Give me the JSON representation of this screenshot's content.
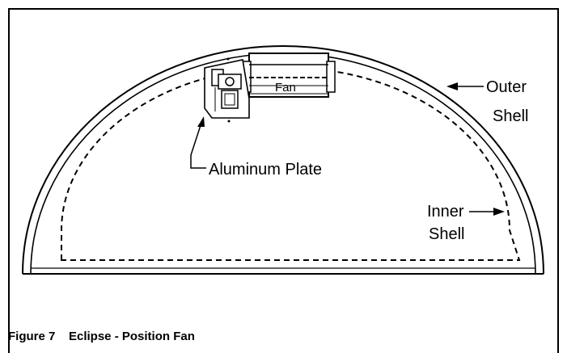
{
  "diagram": {
    "labels": {
      "fan": "Fan",
      "outer_shell_line1": "Outer",
      "outer_shell_line2": "Shell",
      "inner_shell_line1": "Inner",
      "inner_shell_line2": "Shell",
      "aluminum_plate": "Aluminum Plate"
    }
  },
  "caption": {
    "figure_number": "Figure 7",
    "title": "Eclipse - Position Fan"
  }
}
